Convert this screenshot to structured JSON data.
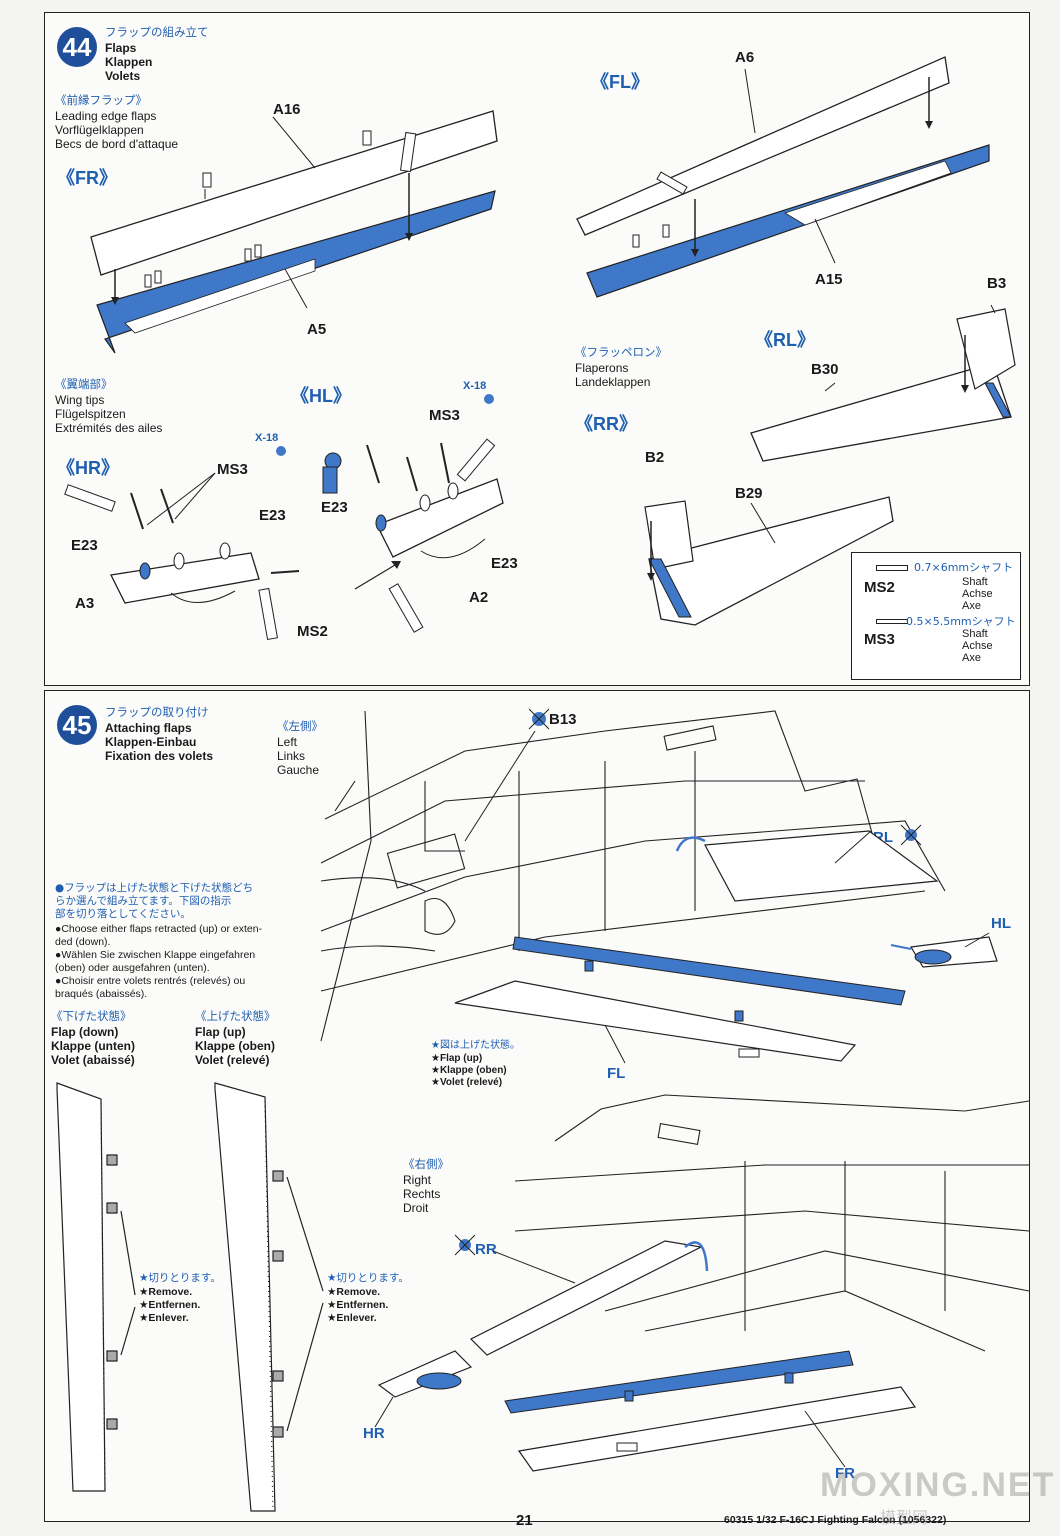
{
  "step44": {
    "number": "44",
    "title_jp": "フラップの組み立て",
    "title_en": "Flaps",
    "title_de": "Klappen",
    "title_fr": "Volets",
    "leading_edge": {
      "title_jp": "《前縁フラップ》",
      "en": "Leading edge flaps",
      "de": "Vorflügelklappen",
      "fr": "Becs de bord d'attaque"
    },
    "fr_label": "《FR》",
    "fl_label": "《FL》",
    "hl_label": "《HL》",
    "hr_label": "《HR》",
    "rl_label": "《RL》",
    "rr_label": "《RR》",
    "wing_tips": {
      "title_jp": "《翼端部》",
      "en": "Wing tips",
      "de": "Flügelspitzen",
      "fr": "Extrémités des ailes"
    },
    "flaperons": {
      "title_jp": "《フラッペロン》",
      "en": "Flaperons",
      "de": "Landeklappen"
    },
    "parts": {
      "a16": "A16",
      "a5": "A5",
      "a6": "A6",
      "a15": "A15",
      "b3": "B3",
      "b30": "B30",
      "b2": "B2",
      "b29": "B29",
      "e23_hr_a": "E23",
      "e23_hr_b": "E23",
      "a3": "A3",
      "e23_hl_a": "E23",
      "e23_hl_b": "E23",
      "a2": "A2",
      "ms3_hr": "MS3",
      "ms3_hl": "MS3",
      "ms2": "MS2",
      "x18_hr": "X-18",
      "x18_hl": "X-18"
    },
    "legend": {
      "ms2": {
        "code": "MS2",
        "size_jp": "0.7×6mmシャフト",
        "en": "Shaft",
        "de": "Achse",
        "fr": "Axe"
      },
      "ms3": {
        "code": "MS3",
        "size_jp": "0.5×5.5mmシャフト",
        "en": "Shaft",
        "de": "Achse",
        "fr": "Axe"
      }
    }
  },
  "step45": {
    "number": "45",
    "title_jp": "フラップの取り付け",
    "title_en": "Attaching flaps",
    "title_de": "Klappen-Einbau",
    "title_fr": "Fixation des volets",
    "left": {
      "jp": "《左側》",
      "en": "Left",
      "de": "Links",
      "fr": "Gauche"
    },
    "right": {
      "jp": "《右側》",
      "en": "Right",
      "de": "Rechts",
      "fr": "Droit"
    },
    "note_jp_1": "●フラップは上げた状態と下げた状態どち",
    "note_jp_2": "らか選んで組み立てます。下図の指示",
    "note_jp_3": "部を切り落としてください。",
    "note_en_1": "●Choose either flaps retracted (up) or exten-",
    "note_en_2": "ded (down).",
    "note_de_1": "●Wählen Sie zwischen Klappe eingefahren",
    "note_de_2": "(oben) oder ausgefahren (unten).",
    "note_fr_1": "●Choisir entre volets rentrés (relevés) ou",
    "note_fr_2": "braqués (abaissés).",
    "flap_down": {
      "jp": "《下げた状態》",
      "en": "Flap (down)",
      "de": "Klappe (unten)",
      "fr": "Volet (abaissé)"
    },
    "flap_up": {
      "jp": "《上げた状態》",
      "en": "Flap (up)",
      "de": "Klappe (oben)",
      "fr": "Volet (relevé)"
    },
    "remove_a": {
      "jp": "★切りとります。",
      "en": "★Remove.",
      "de": "★Entfernen.",
      "fr": "★Enlever."
    },
    "remove_b": {
      "jp": "★切りとります。",
      "en": "★Remove.",
      "de": "★Entfernen.",
      "fr": "★Enlever."
    },
    "shown_up": {
      "jp": "★図は上げた状態。",
      "en": "★Flap (up)",
      "de": "★Klappe (oben)",
      "fr": "★Volet (relevé)"
    },
    "parts": {
      "b13": "B13",
      "rl": "RL",
      "hl": "HL",
      "fl": "FL",
      "rr": "RR",
      "hr": "HR",
      "fr": "FR"
    }
  },
  "footer": {
    "page": "21",
    "product": "60315  1/32 F-16CJ Fighting Falcon (1056322)"
  },
  "watermark": {
    "main": "MOXING.NET",
    "sub": "模型网"
  },
  "colors": {
    "accent": "#1f5fb0",
    "step_circle": "#1f4f9a",
    "part_fill": "#3f78c8"
  }
}
